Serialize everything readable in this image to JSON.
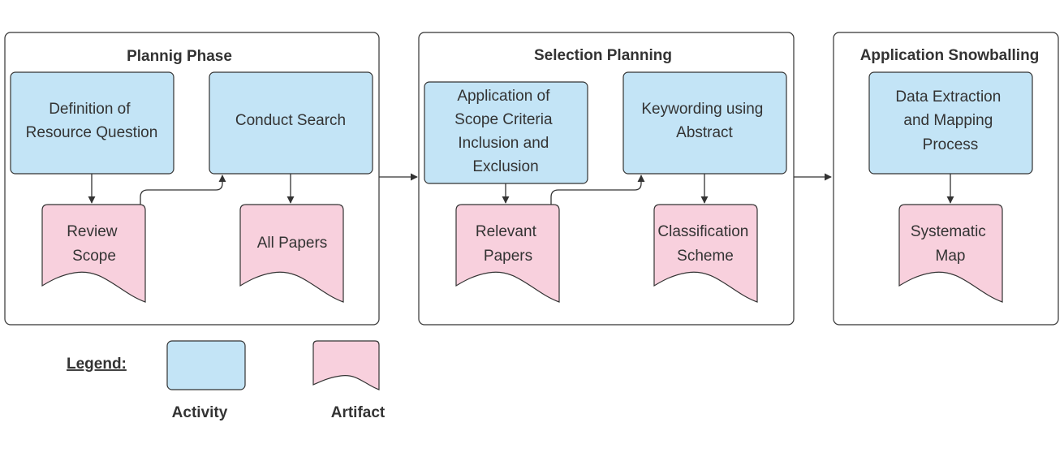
{
  "phases": [
    {
      "title": "Plannig Phase",
      "activities": [
        {
          "lines": [
            "Definition of",
            "Resource Question"
          ]
        },
        {
          "lines": [
            "Conduct Search"
          ]
        }
      ],
      "artifacts": [
        {
          "lines": [
            "Review",
            "Scope"
          ]
        },
        {
          "lines": [
            "All Papers"
          ]
        }
      ]
    },
    {
      "title": "Selection Planning",
      "activities": [
        {
          "lines": [
            "Application of",
            "Scope Criteria",
            "Inclusion and",
            "Exclusion"
          ]
        },
        {
          "lines": [
            "Keywording using",
            "Abstract"
          ]
        }
      ],
      "artifacts": [
        {
          "lines": [
            "Relevant",
            "Papers"
          ]
        },
        {
          "lines": [
            "Classification",
            "Scheme"
          ]
        }
      ]
    },
    {
      "title": "Application Snowballing",
      "activities": [
        {
          "lines": [
            "Data Extraction",
            "and Mapping",
            "Process"
          ]
        }
      ],
      "artifacts": [
        {
          "lines": [
            "Systematic",
            "Map"
          ]
        }
      ]
    }
  ],
  "legend": {
    "title": "Legend:",
    "activity_label": "Activity",
    "artifact_label": "Artifact"
  },
  "colors": {
    "activity_fill": "#c3e4f6",
    "artifact_fill": "#f8d0dd",
    "stroke": "#333333"
  }
}
